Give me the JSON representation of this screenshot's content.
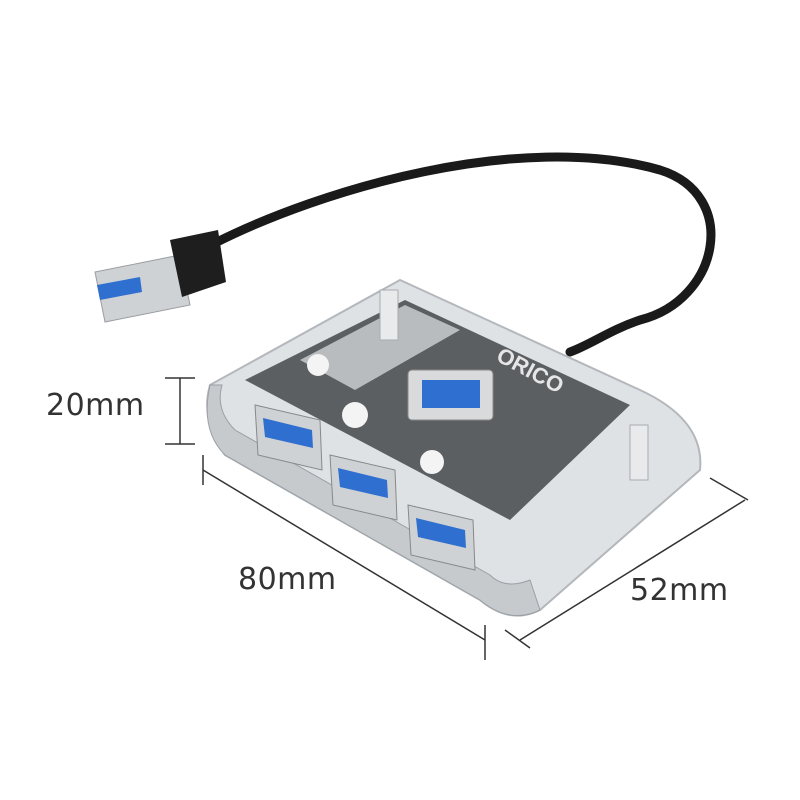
{
  "product": {
    "brand_logo": "ORICO",
    "colors": {
      "port_blue": "#2f6fd0",
      "case": "#d9dcdf",
      "board": "#3a3d40",
      "cable": "#1a1a1a"
    }
  },
  "dimensions": {
    "height": "20mm",
    "length": "80mm",
    "width": "52mm"
  }
}
